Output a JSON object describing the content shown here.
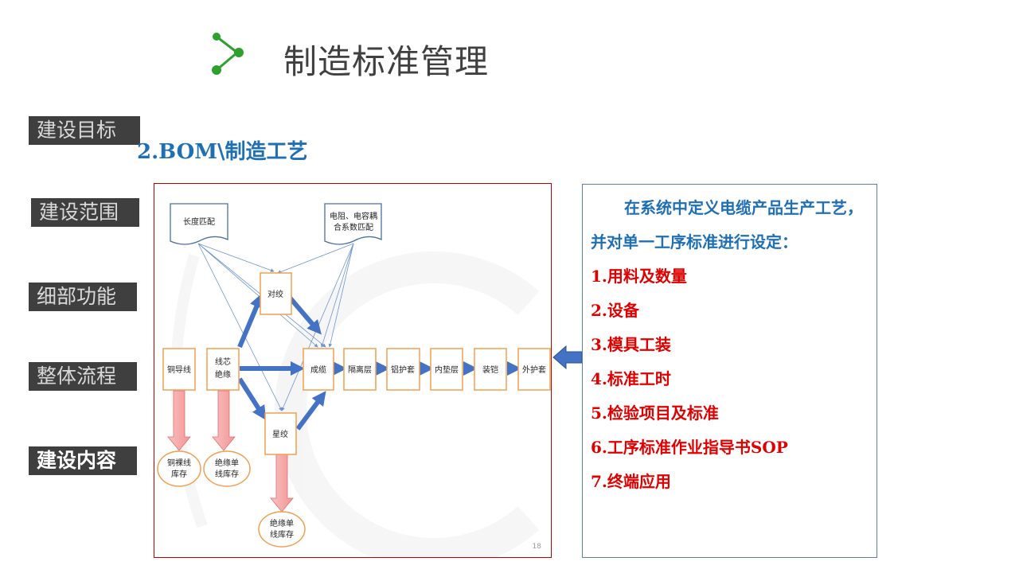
{
  "header": {
    "title": "制造标准管理",
    "logo_icon": "branch-arrow-icon",
    "logo_color": "#2ea02e"
  },
  "nav": {
    "items": [
      {
        "label": "建设目标",
        "active": false
      },
      {
        "label": "建设范围",
        "active": false
      },
      {
        "label": "细部功能",
        "active": false
      },
      {
        "label": "整体流程",
        "active": false
      },
      {
        "label": "建设内容",
        "active": true
      }
    ]
  },
  "section": {
    "title": "2.BOM\\制造工艺"
  },
  "diagram": {
    "inputs": {
      "length_match": "长度匹配",
      "rc_match_line1": "电阻、电容耦",
      "rc_match_line2": "合系数匹配"
    },
    "process": {
      "conductor": "铜导线",
      "core_line1": "线芯",
      "core_line2": "绝缘",
      "twisting": "对绞",
      "star_quad": "星绞",
      "cabling": "成缆",
      "barrier": "隔离层",
      "al_sheath": "铝护套",
      "inner_pad": "内垫层",
      "armor": "装铠",
      "outer_sheath": "外护套"
    },
    "storage": {
      "bare_wire_line1": "铜裸线",
      "bare_wire_line2": "库存",
      "insulated_a_line1": "绝缘单",
      "insulated_a_line2": "线库存",
      "insulated_b_line1": "绝缘单",
      "insulated_b_line2": "线库存"
    },
    "page_number": "18",
    "colors": {
      "box_border": "#f0a050",
      "arrow": "#4472c4",
      "down_arrow": "#f4a6a6",
      "frame": "#c00000"
    }
  },
  "panel": {
    "intro": "在系统中定义电缆产品生产工艺，并对单一工序标准进行设定：",
    "items": [
      "1.用料及数量",
      "2.设备",
      "3.模具工装",
      "4.标准工时",
      "5.检验项目及标准",
      "6.工序标准作业指导书SOP",
      "7.终端应用"
    ],
    "intro_color": "#1f6fb5",
    "item_color": "#e00000"
  }
}
